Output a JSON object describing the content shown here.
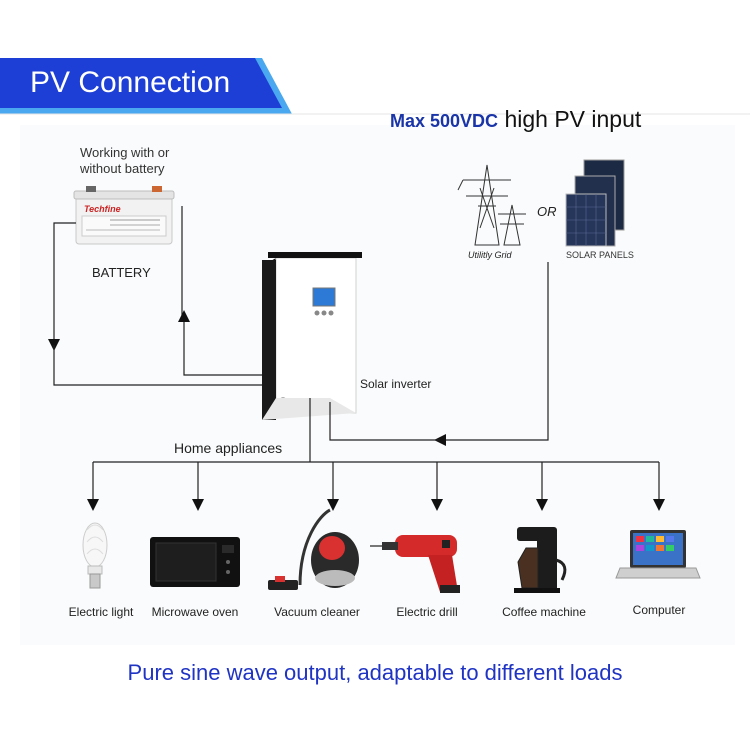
{
  "header": {
    "title": "PV Connection"
  },
  "pv": {
    "max": "Max 500VDC",
    "rest": " high PV input"
  },
  "battery": {
    "note_line1": "Working with or",
    "note_line2": "without battery",
    "brand": "Techfine",
    "label": "BATTERY"
  },
  "grid": {
    "label": "Utilitly Grid",
    "or": "OR",
    "panels": "SOLAR PANELS"
  },
  "inverter": {
    "label": "Solar inverter"
  },
  "home": {
    "label": "Home appliances"
  },
  "appliances": [
    {
      "label": "Electric light"
    },
    {
      "label": "Microwave oven"
    },
    {
      "label": "Vacuum cleaner"
    },
    {
      "label": "Electric drill"
    },
    {
      "label": "Coffee machine"
    },
    {
      "label": "Computer"
    }
  ],
  "footer": {
    "text": "Pure sine wave output, adaptable to different loads"
  },
  "colors": {
    "banner": "#1d3fd6",
    "banner_edge": "#4aa8f0",
    "accent_text": "#2034c4"
  }
}
